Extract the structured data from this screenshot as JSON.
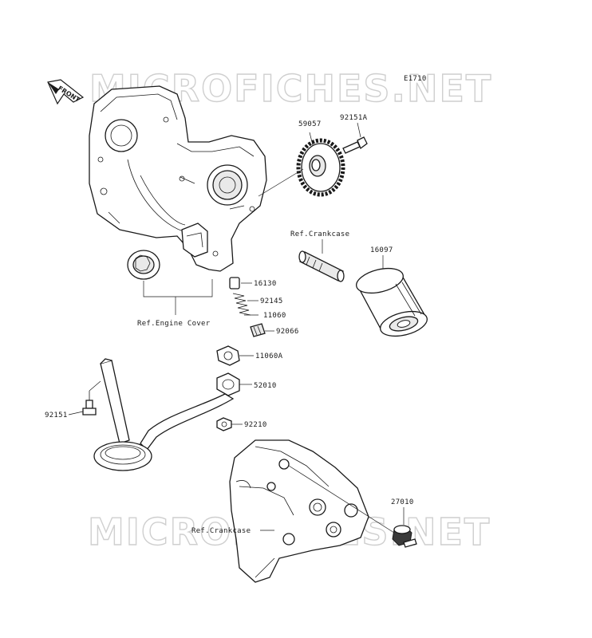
{
  "diagram_code": "E1710",
  "front_arrow": {
    "label": "FRONT",
    "icon": "front-arrow-icon"
  },
  "watermark": {
    "top": "MICROFICHES.NET",
    "bottom": "MICROFICHES.NET"
  },
  "labels": {
    "p59057": "59057",
    "p92151A": "92151A",
    "ref_crankcase_top": "Ref.Crankcase",
    "p16097": "16097",
    "p16130": "16130",
    "p92145": "92145",
    "p11060": "11060",
    "p92066": "92066",
    "ref_engine_cover": "Ref.Engine Cover",
    "p11060A": "11060A",
    "p52010": "52010",
    "p92151": "92151",
    "p92210": "92210",
    "p27010": "27010",
    "ref_crankcase_bottom": "Ref.Crankcase"
  }
}
